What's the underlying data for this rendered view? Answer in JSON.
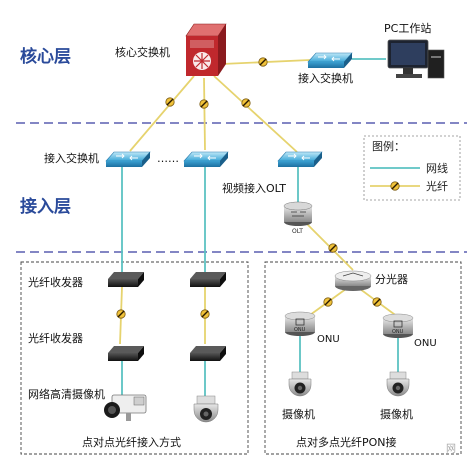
{
  "layers": {
    "core": "核心层",
    "access": "接入层"
  },
  "labels": {
    "core_switch": "核心交换机",
    "pc": "PC工作站",
    "access_switch_right": "接入交换机",
    "access_switch_left": "接入交换机",
    "ellipsis": "……",
    "video_olt": "视频接入OLT",
    "olt_text": "OLT",
    "transceiver_1": "光纤收发器",
    "transceiver_2": "光纤收发器",
    "camera_label": "网络高清摄像机",
    "splitter": "分光器",
    "onu_left": "ONU",
    "onu_right": "ONU",
    "onu_box": "ONU",
    "camera_1": "摄像机",
    "camera_2": "摄像机",
    "box_left_title": "点对点光纤接入方式",
    "box_right_title": "点对多点光纤PON接",
    "watermark": "网"
  },
  "legend": {
    "title": "图例：",
    "network_line": "网线",
    "fiber": "光纤",
    "network_color": "#5bc2c2",
    "fiber_color": "#e6d36e"
  },
  "colors": {
    "layer_text": "#2a4a9a",
    "dash": "#5a5fb0",
    "switch": "#36a9d8",
    "core": "#c0282d"
  }
}
